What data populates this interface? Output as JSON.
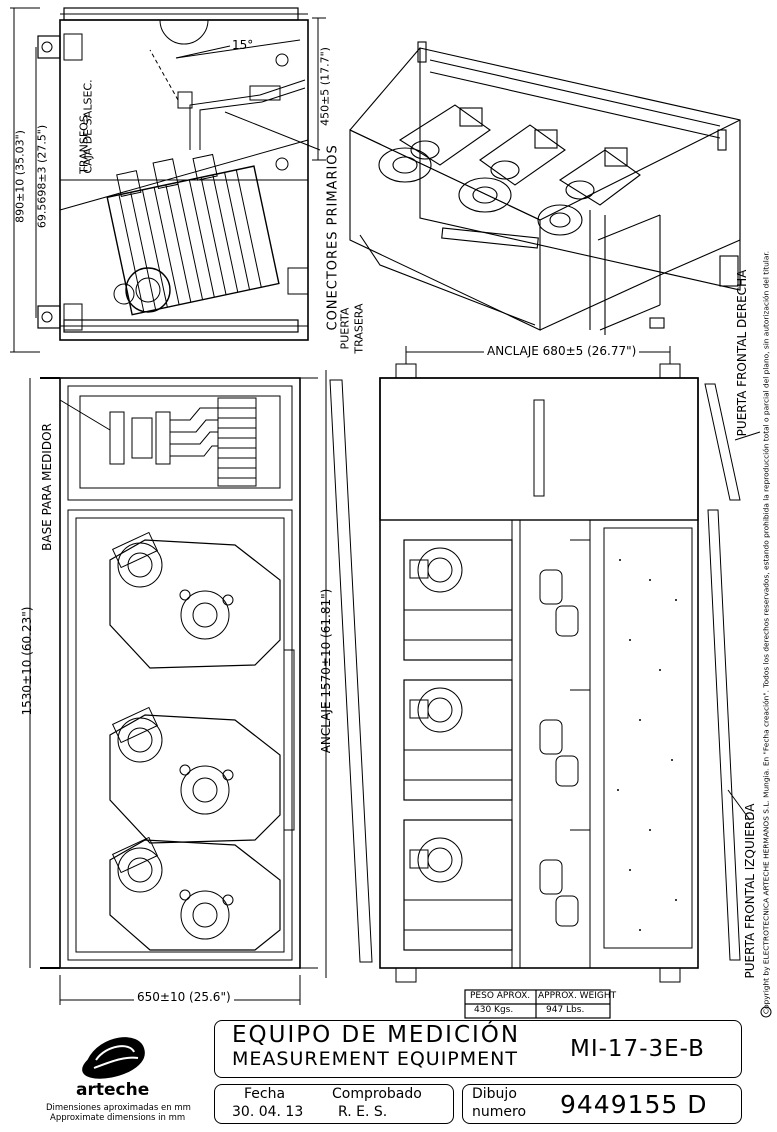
{
  "dimensions": {
    "height_total": "890±10 (35.03\")",
    "height_mid": "69.5698±3 (27.5\")",
    "top_450": "450±5 (17.7\")",
    "angle": "15°",
    "width_650": "650±10 (25.6\")",
    "height_1530": "1530±10 (60.23\")",
    "anclaje_1570": "ANCLAJE 1570±10 (61.81\")",
    "anclaje_680": "ANCLAJE 680±5 (26.77\")"
  },
  "labels": {
    "caja": "CAJA DE SALSEC.",
    "transfos": "TRANSFOS",
    "conectores": "CONECTORES PRIMARIOS",
    "puerta_trasera_1": "PUERTA",
    "puerta_trasera_2": "TRASERA",
    "base_medidor": "BASE PARA MEDIDOR",
    "puerta_derecha": "PUERTA FRONTAL DERECHA",
    "puerta_izquierda": "PUERTA FRONTAL IZQUIERDA",
    "copyright": "Copyright by ELECTROTECNICA ARTECHE HERMANOS S.L. Mungia. En \"Fecha creación\". Todos los derechos reservados, estando prohibida la reproducción total o parcial del plano, sin autorización del titular."
  },
  "weight": {
    "peso_label": "PESO APROX.",
    "peso_value": "430  Kgs.",
    "weight_label": "APPROX. WEIGHT",
    "weight_value": "947  Lbs."
  },
  "title_block": {
    "title_es": "EQUIPO  DE  MEDICIÓN",
    "title_en": "MEASUREMENT  EQUIPMENT",
    "model": "MI-17-3E-B",
    "brand": "arteche",
    "note_es": "Dimensiones aproximadas en mm",
    "note_en": "Approximate dimensions in mm",
    "fecha_label": "Fecha",
    "fecha_value": "30. 04. 13",
    "comprobado_label": "Comprobado",
    "comprobado_value": "R. E. S.",
    "dibujo_label": "Dibujo",
    "numero_label": "numero",
    "drawing_number": "9449155  D"
  }
}
